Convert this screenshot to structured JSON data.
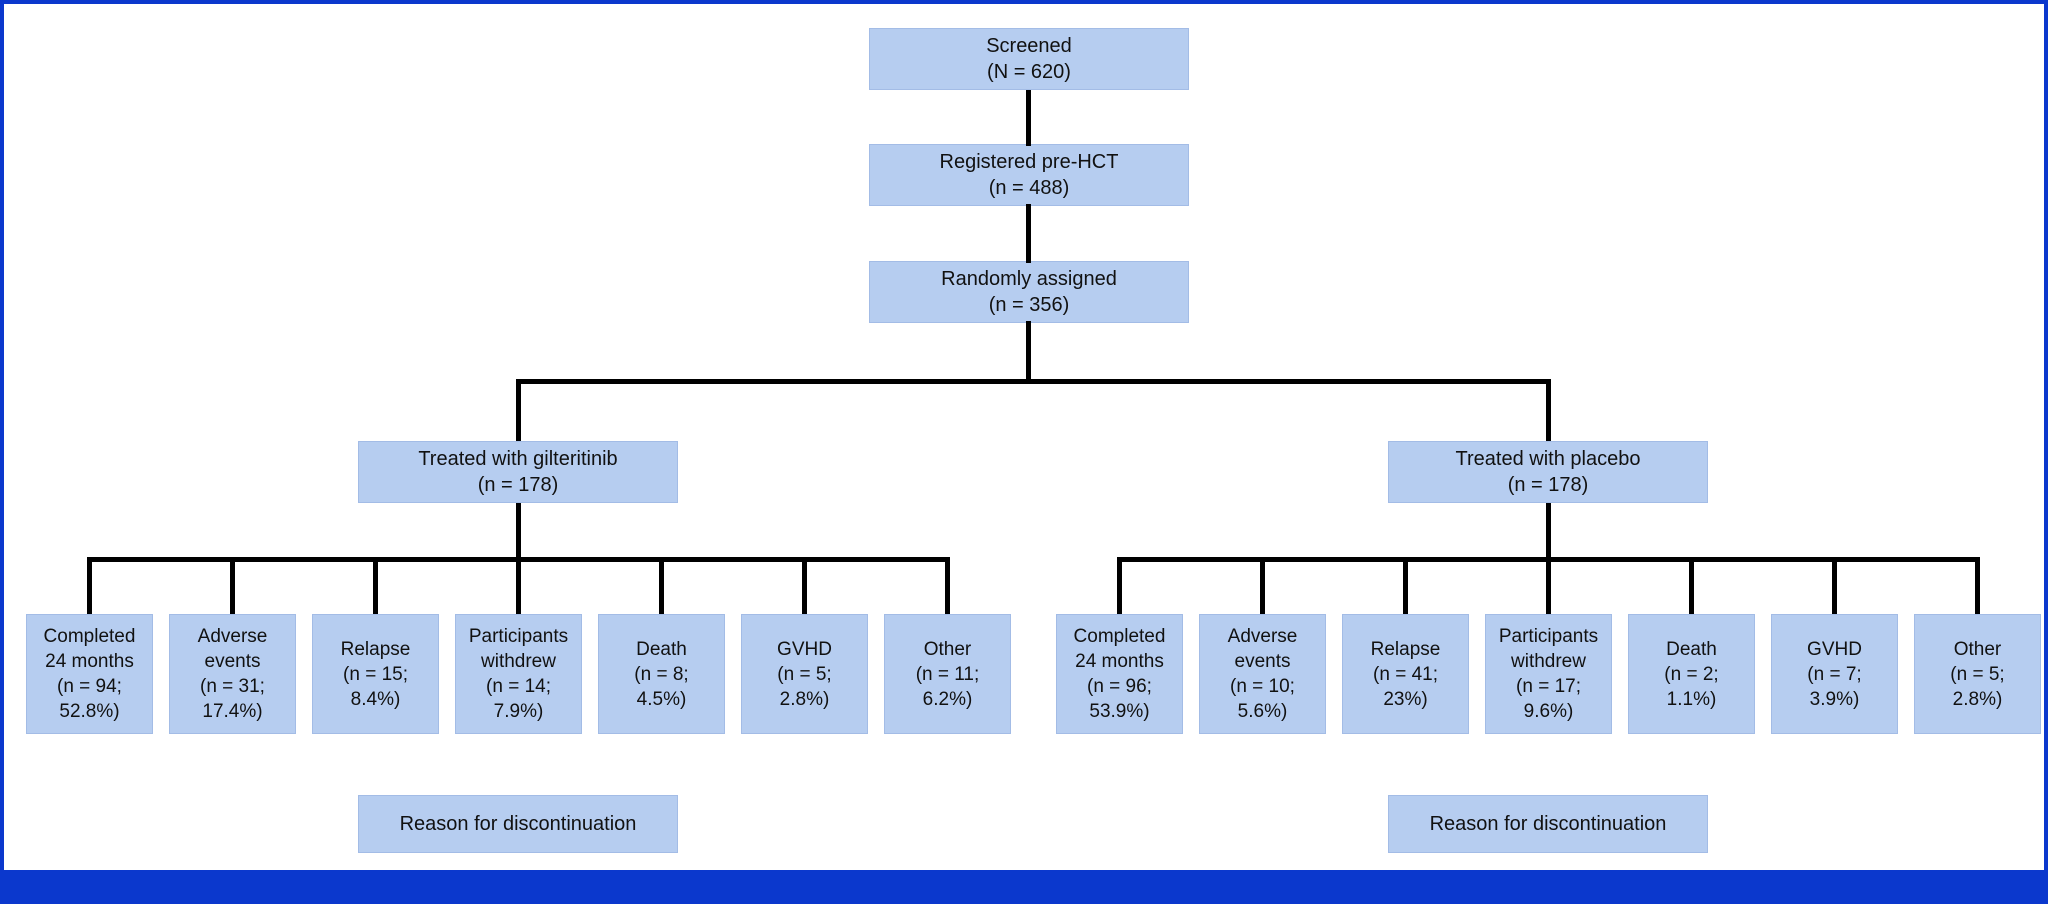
{
  "colors": {
    "box_fill": "#b6cdf0",
    "frame_blue": "#0b38cd",
    "connector": "#000000"
  },
  "flow": {
    "top_boxes": [
      {
        "name": "screened",
        "lines": [
          "Screened",
          "(N = 620)"
        ]
      },
      {
        "name": "registered",
        "lines": [
          "Registered pre-HCT",
          "(n = 488)"
        ]
      },
      {
        "name": "randomized",
        "lines": [
          "Randomly assigned",
          "(n = 356)"
        ]
      }
    ],
    "arms": [
      {
        "name": "gilteritinib",
        "lines": [
          "Treated with gilteritinib",
          "(n = 178)"
        ],
        "outcomes": [
          {
            "lines": [
              "Completed",
              "24 months",
              "(n = 94;",
              "52.8%)"
            ]
          },
          {
            "lines": [
              "Adverse",
              "events",
              "(n = 31;",
              "17.4%)"
            ]
          },
          {
            "lines": [
              "Relapse",
              "(n = 15;",
              "8.4%)"
            ]
          },
          {
            "lines": [
              "Participants",
              "withdrew",
              "(n = 14;",
              "7.9%)"
            ]
          },
          {
            "lines": [
              "Death",
              "(n = 8;",
              "4.5%)"
            ]
          },
          {
            "lines": [
              "GVHD",
              "(n = 5;",
              "2.8%)"
            ]
          },
          {
            "lines": [
              "Other",
              "(n = 11;",
              "6.2%)"
            ]
          }
        ],
        "reason_label": "Reason for discontinuation"
      },
      {
        "name": "placebo",
        "lines": [
          "Treated with placebo",
          "(n = 178)"
        ],
        "outcomes": [
          {
            "lines": [
              "Completed",
              "24 months",
              "(n = 96;",
              "53.9%)"
            ]
          },
          {
            "lines": [
              "Adverse",
              "events",
              "(n = 10;",
              "5.6%)"
            ]
          },
          {
            "lines": [
              "Relapse",
              "(n = 41;",
              "23%)"
            ]
          },
          {
            "lines": [
              "Participants",
              "withdrew",
              "(n = 17;",
              "9.6%)"
            ]
          },
          {
            "lines": [
              "Death",
              "(n = 2;",
              "1.1%)"
            ]
          },
          {
            "lines": [
              "GVHD",
              "(n = 7;",
              "3.9%)"
            ]
          },
          {
            "lines": [
              "Other",
              "(n = 5;",
              "2.8%)"
            ]
          }
        ],
        "reason_label": "Reason for discontinuation"
      }
    ]
  }
}
